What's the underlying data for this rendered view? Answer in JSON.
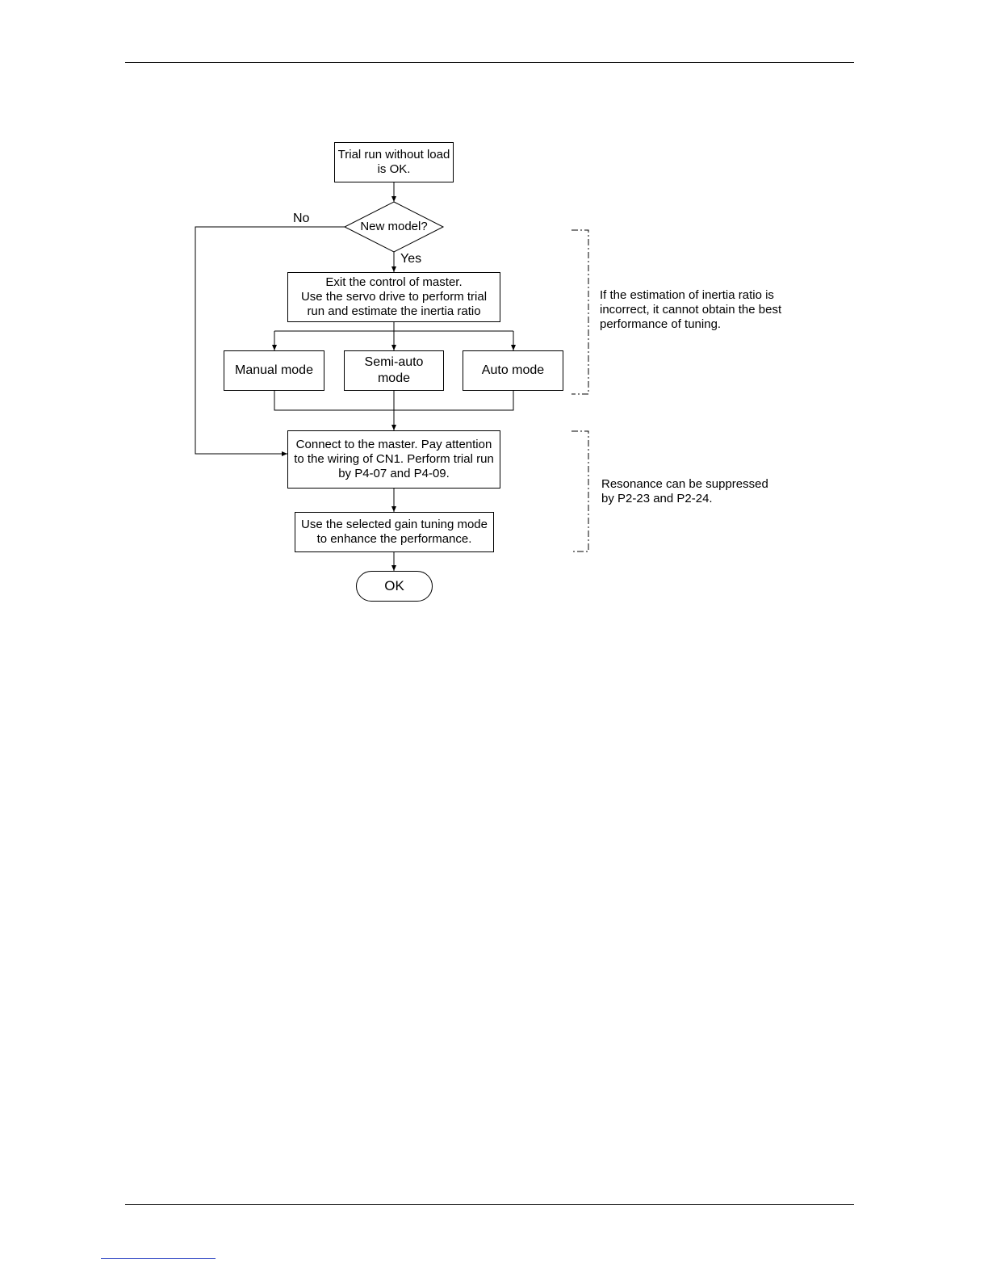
{
  "flowchart": {
    "start": "Trial run without load\nis OK.",
    "decision": "New model?",
    "no_label": "No",
    "yes_label": "Yes",
    "estimate": "Exit the control of master.\nUse the servo drive to perform trial\nrun and estimate the inertia ratio",
    "modes": {
      "manual": "Manual mode",
      "semi_auto": "Semi-auto\nmode",
      "auto": "Auto mode"
    },
    "connect": "Connect to the master. Pay attention\nto the wiring of CN1. Perform trial run\nby P4-07 and P4-09.",
    "gain": "Use the selected gain tuning mode\nto enhance the performance.",
    "end": "OK"
  },
  "notes": {
    "inertia": "If the estimation of inertia ratio is\nincorrect, it cannot obtain the best\nperformance of tuning.",
    "resonance": "Resonance can be suppressed\nby P2-23 and P2-24."
  }
}
